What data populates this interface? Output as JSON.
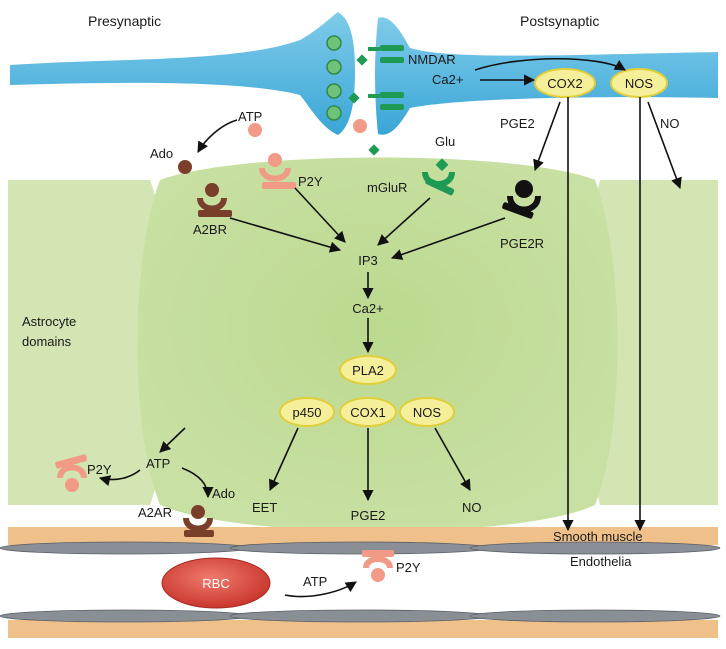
{
  "headers": {
    "presynaptic": "Presynaptic",
    "postsynaptic": "Postsynaptic"
  },
  "astrocyte": {
    "line1": "Astrocyte",
    "line2": "domains"
  },
  "receptors": {
    "nmdar": "NMDAR",
    "glu": "Glu",
    "mglur": "mGluR",
    "p2y_top": "P2Y",
    "a2br": "A2BR",
    "pge2r": "PGE2R",
    "p2y_left": "P2Y",
    "a2ar": "A2AR",
    "p2y_bottom": "P2Y"
  },
  "molecules": {
    "ca_post": "Ca2+",
    "atp_top": "ATP",
    "ado_top": "Ado",
    "pge2_post": "PGE2",
    "no_post": "NO",
    "ip3": "IP3",
    "ca_astro": "Ca2+",
    "atp_left": "ATP",
    "ado_left": "Ado",
    "eet": "EET",
    "pge2_bottom": "PGE2",
    "no_bottom": "NO",
    "atp_vessel": "ATP"
  },
  "enzymes": {
    "cox2": "COX2",
    "nos_post": "NOS",
    "pla2": "PLA2",
    "p450": "p450",
    "cox1": "COX1",
    "nos_astro": "NOS"
  },
  "vessel": {
    "smooth_muscle": "Smooth muscle",
    "endothelia": "Endothelia",
    "rbc": "RBC"
  },
  "colors": {
    "neuron": "#4fb4dd",
    "astrocyte": "#cfe2ae",
    "astrocyte_center": "#bcd98f",
    "enzyme_fill": "#f5ef9a",
    "enzyme_stroke": "#e0cf3a",
    "receptor_green": "#1f9a55",
    "purine_pink": "#f19a86",
    "adenosine_brown": "#7a3f2b",
    "smooth_muscle": "#efc08a",
    "endothelium": "#8a8f96",
    "rbc": "#d9443a"
  }
}
